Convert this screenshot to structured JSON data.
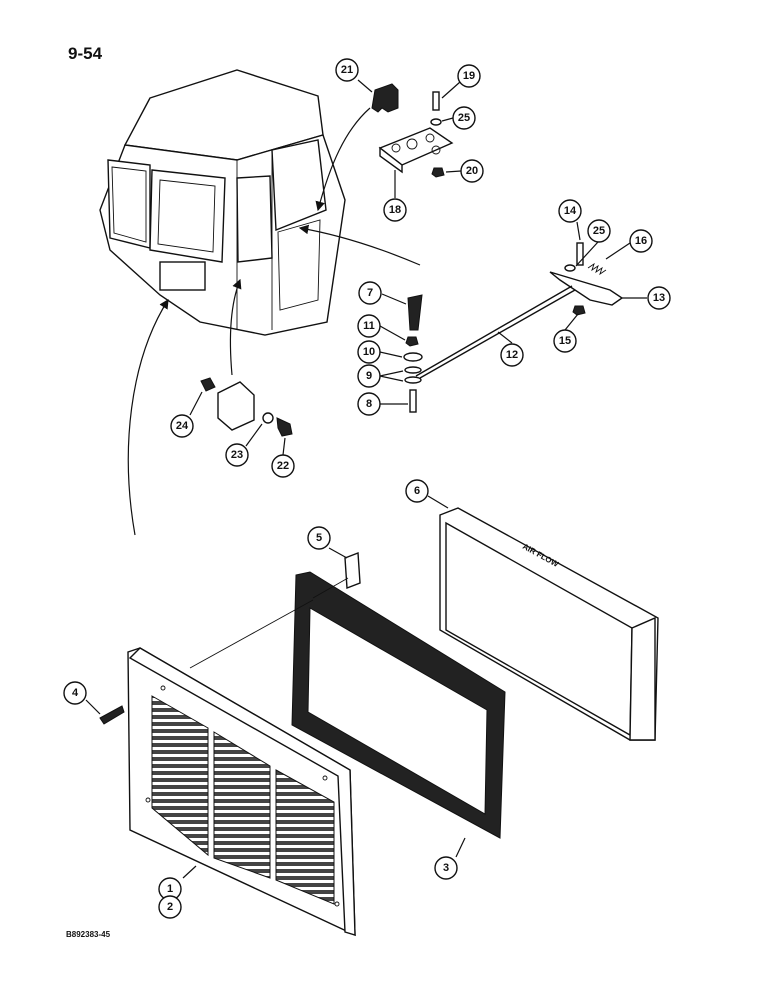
{
  "page": {
    "number": "9-54",
    "figure_code": "B892383-45"
  },
  "labels": {
    "air_flow": "AIR FLOW"
  },
  "callouts": [
    {
      "id": "c21",
      "text": "21"
    },
    {
      "id": "c19",
      "text": "19"
    },
    {
      "id": "c25a",
      "text": "25"
    },
    {
      "id": "c20",
      "text": "20"
    },
    {
      "id": "c18",
      "text": "18"
    },
    {
      "id": "c14",
      "text": "14"
    },
    {
      "id": "c25b",
      "text": "25"
    },
    {
      "id": "c16",
      "text": "16"
    },
    {
      "id": "c13",
      "text": "13"
    },
    {
      "id": "c15",
      "text": "15"
    },
    {
      "id": "c12",
      "text": "12"
    },
    {
      "id": "c7",
      "text": "7"
    },
    {
      "id": "c11",
      "text": "11"
    },
    {
      "id": "c10",
      "text": "10"
    },
    {
      "id": "c9",
      "text": "9"
    },
    {
      "id": "c8",
      "text": "8"
    },
    {
      "id": "c24",
      "text": "24"
    },
    {
      "id": "c23",
      "text": "23"
    },
    {
      "id": "c22",
      "text": "22"
    },
    {
      "id": "c6",
      "text": "6"
    },
    {
      "id": "c5",
      "text": "5"
    },
    {
      "id": "c4",
      "text": "4"
    },
    {
      "id": "c3",
      "text": "3"
    },
    {
      "id": "c1",
      "text": "1"
    },
    {
      "id": "c2",
      "text": "2"
    }
  ]
}
